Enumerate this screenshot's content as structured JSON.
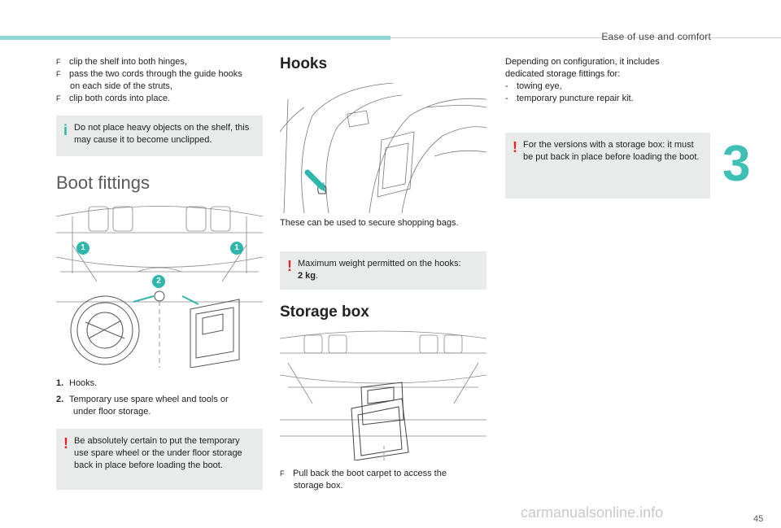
{
  "header": {
    "section_title": "Ease of use and comfort",
    "chapter_number": "3",
    "page_number": "45"
  },
  "watermark": "carmanualsonline.info",
  "col1": {
    "bullets": [
      {
        "text": "clip the shelf into both hinges,"
      },
      {
        "text": "pass the two cords through the guide hooks",
        "cont": "on each side of the struts,"
      },
      {
        "text": "clip both cords into place."
      }
    ],
    "bullet_glyph": "F",
    "info_note": "Do not place heavy objects on the shelf, this may cause it to become unclipped.",
    "boot_title": "Boot fittings",
    "badges": {
      "one": "1",
      "two": "2"
    },
    "items": [
      {
        "num": "1.",
        "text": "Hooks."
      },
      {
        "num": "2.",
        "text": "Temporary use spare wheel and tools or",
        "cont": "under floor storage."
      }
    ],
    "warn_note": "Be absolutely certain to put the temporary use spare wheel or the under floor storage back in place before loading the boot."
  },
  "col2": {
    "hooks_title": "Hooks",
    "hooks_text": "These can be used to secure shopping bags.",
    "hooks_note_main": "Maximum weight permitted on the hooks:",
    "hooks_note_value": "2 kg",
    "hooks_note_end": ".",
    "storage_title": "Storage box",
    "storage_bullet": "Pull back the boot carpet to access the",
    "storage_bullet_cont": "storage box."
  },
  "col3": {
    "intro_1": "Depending on configuration, it includes",
    "intro_2": "dedicated storage fittings for:",
    "list": [
      "towing eye,",
      "temporary puncture repair kit."
    ],
    "dash": "-",
    "warn_note": "For the versions with a storage box: it must be put back in place before loading the boot."
  },
  "icons": {
    "info": "i",
    "warning": "!"
  },
  "colors": {
    "accent": "#2fb6ad",
    "warning": "#e6242b",
    "note_bg": "#e9eaea",
    "top_bar": "#8ed9d3"
  }
}
